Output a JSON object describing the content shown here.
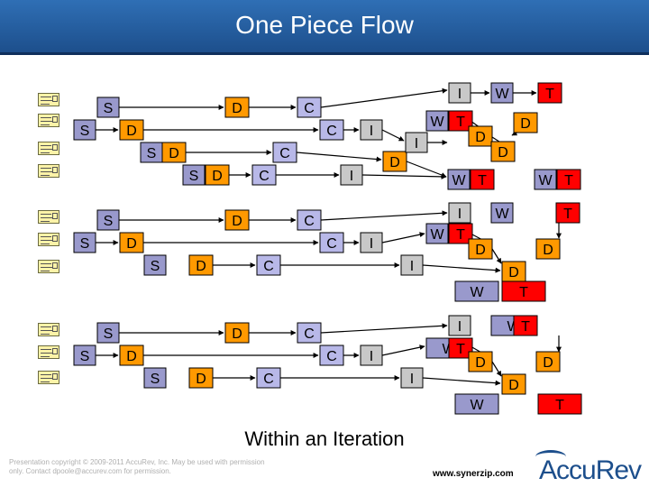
{
  "header": {
    "title": "One Piece Flow"
  },
  "subtitle": "Within an Iteration",
  "footer": {
    "copyright": "Presentation copyright © 2009-2011 AccuRev, Inc. May be used with permission only. Contact dpoole@accurev.com for permission.",
    "url": "www.synerzip.com",
    "logo": "AccuRev"
  },
  "colors": {
    "S": "#9999cc",
    "D": "#ff9900",
    "C": "#b8b8e8",
    "I": "#c8c8c8",
    "W": "#9999cc",
    "T": "#ff0000"
  },
  "boxes": [
    {
      "t": "S",
      "g": 1
    },
    {
      "t": "D",
      "g": 1
    },
    {
      "t": "C",
      "g": 1
    },
    {
      "t": "S",
      "g": 1
    },
    {
      "t": "D",
      "g": 1
    },
    {
      "t": "C",
      "g": 1
    },
    {
      "t": "I",
      "g": 1
    },
    {
      "t": "S",
      "g": 1
    },
    {
      "t": "D",
      "g": 1
    },
    {
      "t": "C",
      "g": 1
    },
    {
      "t": "S",
      "g": 1
    },
    {
      "t": "D",
      "g": 1
    },
    {
      "t": "C",
      "g": 1
    },
    {
      "t": "I",
      "g": 1
    },
    {
      "t": "I",
      "g": 1
    },
    {
      "t": "D",
      "g": 1
    },
    {
      "t": "I",
      "g": 1
    },
    {
      "t": "W",
      "g": 1
    },
    {
      "t": "T",
      "g": 1
    },
    {
      "t": "W",
      "g": 1
    },
    {
      "t": "T",
      "g": 1
    },
    {
      "t": "D",
      "g": 1
    },
    {
      "t": "D",
      "g": 1
    },
    {
      "t": "D",
      "g": 1
    },
    {
      "t": "W",
      "g": 1
    },
    {
      "t": "T",
      "g": 1
    },
    {
      "t": "W",
      "g": 1
    },
    {
      "t": "T",
      "g": 1
    },
    {
      "t": "S",
      "g": 2
    },
    {
      "t": "D",
      "g": 2
    },
    {
      "t": "C",
      "g": 2
    },
    {
      "t": "S",
      "g": 2
    },
    {
      "t": "D",
      "g": 2
    },
    {
      "t": "C",
      "g": 2
    },
    {
      "t": "I",
      "g": 2
    },
    {
      "t": "S",
      "g": 2
    },
    {
      "t": "D",
      "g": 2
    },
    {
      "t": "C",
      "g": 2
    },
    {
      "t": "I",
      "g": 2
    },
    {
      "t": "I",
      "g": 2
    },
    {
      "t": "W",
      "g": 2
    },
    {
      "t": "T",
      "g": 2
    },
    {
      "t": "W",
      "g": 2
    },
    {
      "t": "T",
      "g": 2
    },
    {
      "t": "D",
      "g": 2
    },
    {
      "t": "D",
      "g": 2
    },
    {
      "t": "D",
      "g": 2
    },
    {
      "t": "W",
      "g": 2
    },
    {
      "t": "T",
      "g": 2
    },
    {
      "t": "S",
      "g": 3
    },
    {
      "t": "D",
      "g": 3
    },
    {
      "t": "C",
      "g": 3
    },
    {
      "t": "S",
      "g": 3
    },
    {
      "t": "D",
      "g": 3
    },
    {
      "t": "C",
      "g": 3
    },
    {
      "t": "I",
      "g": 3
    },
    {
      "t": "S",
      "g": 3
    },
    {
      "t": "D",
      "g": 3
    },
    {
      "t": "C",
      "g": 3
    },
    {
      "t": "I",
      "g": 3
    },
    {
      "t": "I",
      "g": 3
    },
    {
      "t": "W",
      "g": 3
    },
    {
      "t": "T",
      "g": 3
    },
    {
      "t": "W",
      "g": 3
    },
    {
      "t": "T",
      "g": 3
    },
    {
      "t": "D",
      "g": 3
    },
    {
      "t": "D",
      "g": 3
    },
    {
      "t": "D",
      "g": 3
    },
    {
      "t": "W",
      "g": 3
    },
    {
      "t": "T",
      "g": 3
    }
  ]
}
